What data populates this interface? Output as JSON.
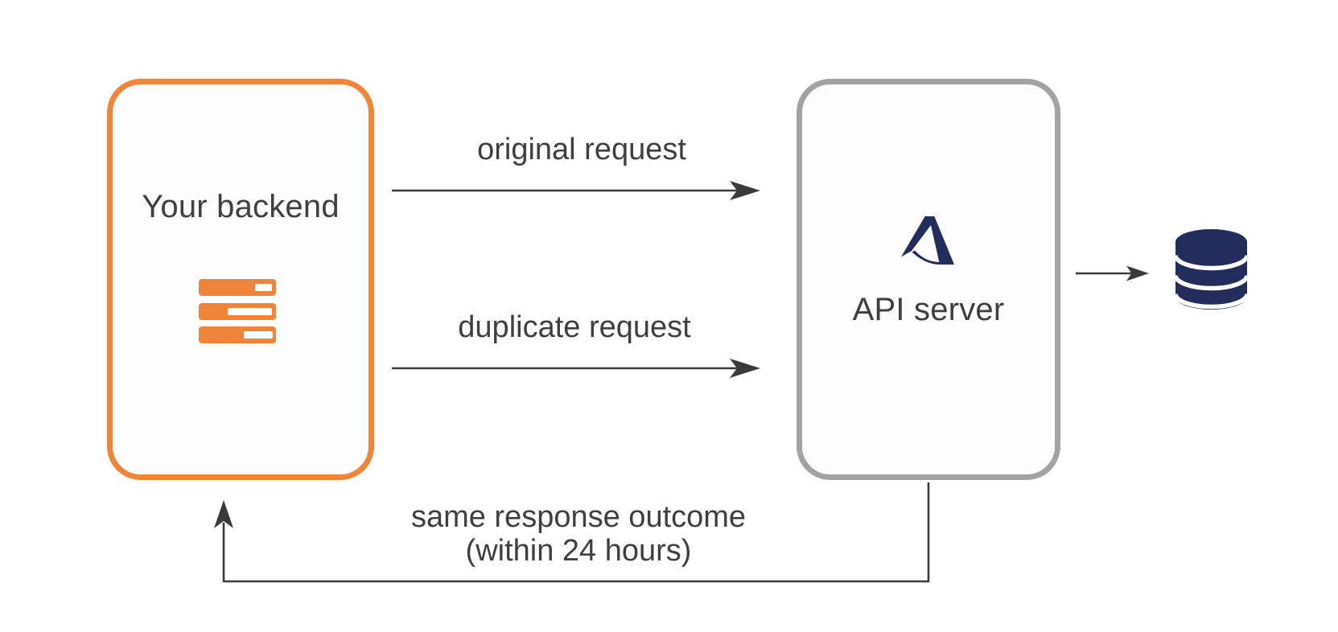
{
  "colors": {
    "accent_orange": "#F08438",
    "navy": "#232D5B",
    "border_gray": "#A2A2A2",
    "text_dark": "#3F3F3F",
    "arrow": "#3A3A3A",
    "box_fill": "#FDFDFD"
  },
  "nodes": {
    "backend": {
      "label": "Your backend"
    },
    "api_server": {
      "label": "API server"
    }
  },
  "edges": {
    "original_request": {
      "label": "original request"
    },
    "duplicate_request": {
      "label": "duplicate request"
    },
    "database_link": {
      "label": ""
    },
    "response": {
      "label_line1": "same response outcome",
      "label_line2": "(within 24 hours)"
    }
  },
  "icons": {
    "backend": "server-icon",
    "api_server": "a-logo-icon",
    "storage": "database-icon"
  }
}
